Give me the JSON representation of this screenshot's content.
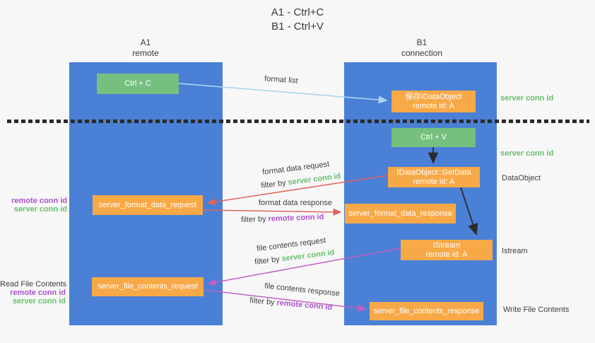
{
  "title": {
    "line1": "A1 - Ctrl+C",
    "line2": "B1 - Ctrl+V"
  },
  "lanes": {
    "left": {
      "title": "A1",
      "subtitle": "remote"
    },
    "right": {
      "title": "B1",
      "subtitle": "connection"
    }
  },
  "nodes": {
    "ctrl_c": {
      "label": "Ctrl + C"
    },
    "save_idataobject": {
      "line1": "保存IDataObject",
      "line2": "remote id: A"
    },
    "ctrl_v": {
      "label": "Ctrl + V"
    },
    "idataobject_getdata": {
      "line1": "IDataObject::GetData",
      "line2": "remote id: A"
    },
    "server_format_data_request": {
      "label": "server_format_data_request"
    },
    "server_format_data_response": {
      "label": "server_format_data_response"
    },
    "istream": {
      "line1": "IStream",
      "line2": "remote id: A"
    },
    "server_file_contents_request": {
      "label": "server_file_contents_request"
    },
    "server_file_contents_response": {
      "label": "server_file_contents_response"
    }
  },
  "arrow_labels": {
    "format_list": "format list",
    "format_data_request": "format data request",
    "format_data_response": "format data response",
    "file_contents_request": "file contents request",
    "file_contents_response": "file contents response",
    "filter_by": "filter by",
    "server_conn_id": "server conn id",
    "remote_conn_id": "remote conn id"
  },
  "side_labels": {
    "server_conn_id_1": "server conn id",
    "server_conn_id_2": "server conn id",
    "dataobject": "DataObject",
    "istream": "Istream",
    "write_file_contents": "Write File Contents",
    "read_file_contents": "Read File Contents",
    "remote_conn_id": "remote conn id",
    "server_conn_id": "server conn id"
  },
  "colors": {
    "lane_blue": "#4a80d5",
    "node_green": "#76c07f",
    "node_orange": "#f8a947",
    "arrow_red": "#e0645e",
    "arrow_magenta": "#c35fc3",
    "arrow_light_blue": "#a9d5f1",
    "arrow_black": "#2b2b2b",
    "text_green": "#67bf6d",
    "text_purple": "#ab51cd"
  }
}
